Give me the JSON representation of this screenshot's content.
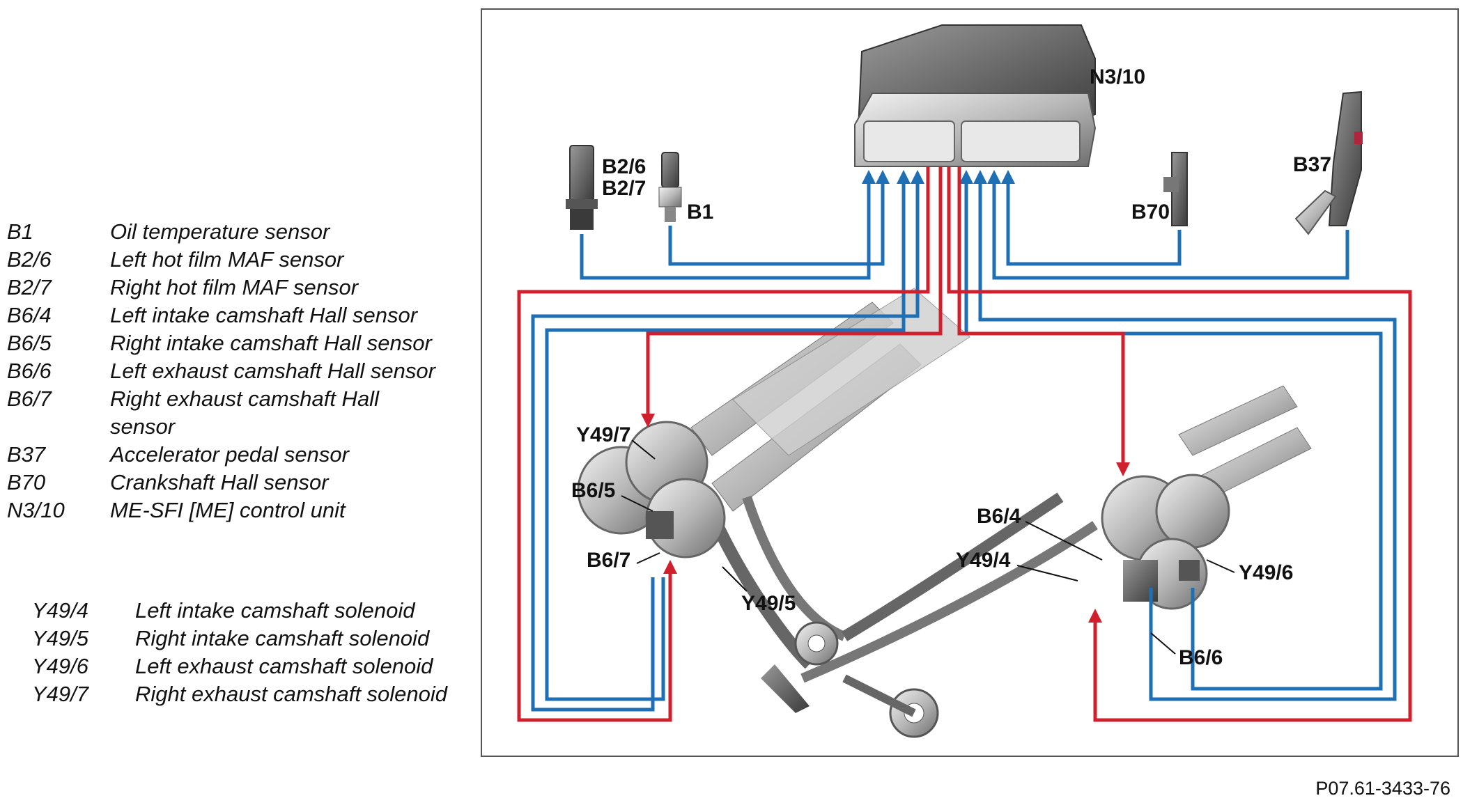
{
  "legend_sensors": [
    {
      "code": "B1",
      "desc": "Oil temperature sensor"
    },
    {
      "code": "B2/6",
      "desc": "Left hot film MAF sensor"
    },
    {
      "code": "B2/7",
      "desc": "Right hot film MAF sensor"
    },
    {
      "code": "B6/4",
      "desc": "Left intake camshaft Hall sensor"
    },
    {
      "code": "B6/5",
      "desc": "Right intake camshaft Hall sensor"
    },
    {
      "code": "B6/6",
      "desc": "Left exhaust camshaft Hall sensor"
    },
    {
      "code": "B6/7",
      "desc": "Right exhaust camshaft Hall sensor"
    },
    {
      "code": "B37",
      "desc": "Accelerator pedal sensor"
    },
    {
      "code": "B70",
      "desc": "Crankshaft Hall sensor"
    },
    {
      "code": "N3/10",
      "desc": "ME-SFI [ME] control unit"
    }
  ],
  "legend_solenoids": [
    {
      "code": "Y49/4",
      "desc": "Left intake camshaft solenoid"
    },
    {
      "code": "Y49/5",
      "desc": "Right intake camshaft solenoid"
    },
    {
      "code": "Y49/6",
      "desc": "Left exhaust camshaft solenoid"
    },
    {
      "code": "Y49/7",
      "desc": "Right exhaust camshaft solenoid"
    }
  ],
  "diagram_labels": {
    "n3_10": "N3/10",
    "b2_6": "B2/6",
    "b2_7": "B2/7",
    "b1": "B1",
    "b70": "B70",
    "b37": "B37",
    "y49_7": "Y49/7",
    "b6_5": "B6/5",
    "b6_7": "B6/7",
    "y49_5": "Y49/5",
    "b6_4": "B6/4",
    "y49_4": "Y49/4",
    "y49_6": "Y49/6",
    "b6_6": "B6/6"
  },
  "colors": {
    "signal_input": "#1f6fb5",
    "control_output": "#d0202e"
  },
  "figure_code": "P07.61-3433-76"
}
